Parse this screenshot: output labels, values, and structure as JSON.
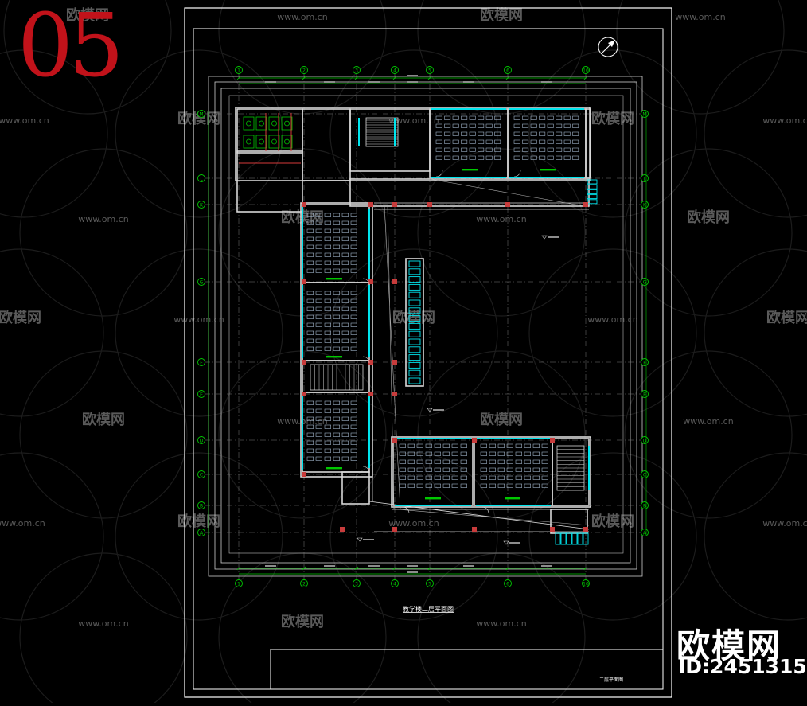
{
  "overlay": {
    "sheet_number": "05",
    "brand_name": "欧模网",
    "brand_id": "ID:2451315",
    "watermark_site": "www.om.cn",
    "watermark_brand": "欧模网"
  },
  "drawing": {
    "title": "教学楼二层平面图",
    "title_block_text": "二层平面图",
    "grid_top": [
      "1",
      "2",
      "3",
      "4",
      "5",
      "6",
      "10"
    ],
    "grid_bottom": [
      "1",
      "2",
      "3",
      "4",
      "5",
      "6",
      "10"
    ],
    "grid_side": [
      "M",
      "L",
      "K",
      "G",
      "F",
      "E",
      "D",
      "C",
      "B",
      "A"
    ],
    "colors": {
      "background": "#000000",
      "frame": "#ffffff",
      "wall": "#d8d8d8",
      "axis": "#00c800",
      "window": "#00e5ee",
      "column": "#c83c3c",
      "furniture": "#9fb2c8",
      "dims": "#8c8c8c"
    }
  }
}
